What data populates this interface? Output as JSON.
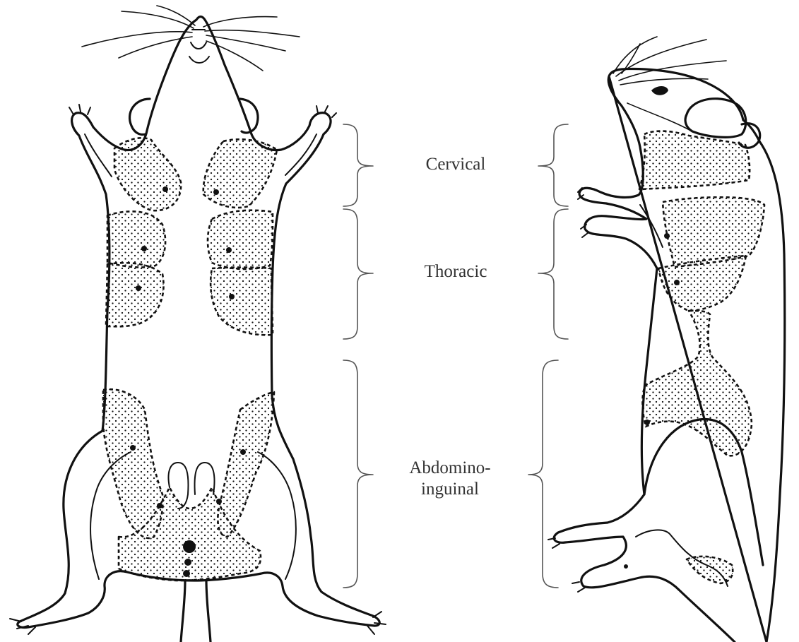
{
  "regions": [
    {
      "id": "cervical",
      "label": "Cervical"
    },
    {
      "id": "thoracic",
      "label": "Thoracic"
    },
    {
      "id": "abdomino",
      "label_line1": "Abdomino-",
      "label_line2": "inguinal"
    }
  ],
  "colors": {
    "ink": "#111111",
    "label_text": "#333333",
    "brace": "#555555",
    "background": "#ffffff"
  }
}
